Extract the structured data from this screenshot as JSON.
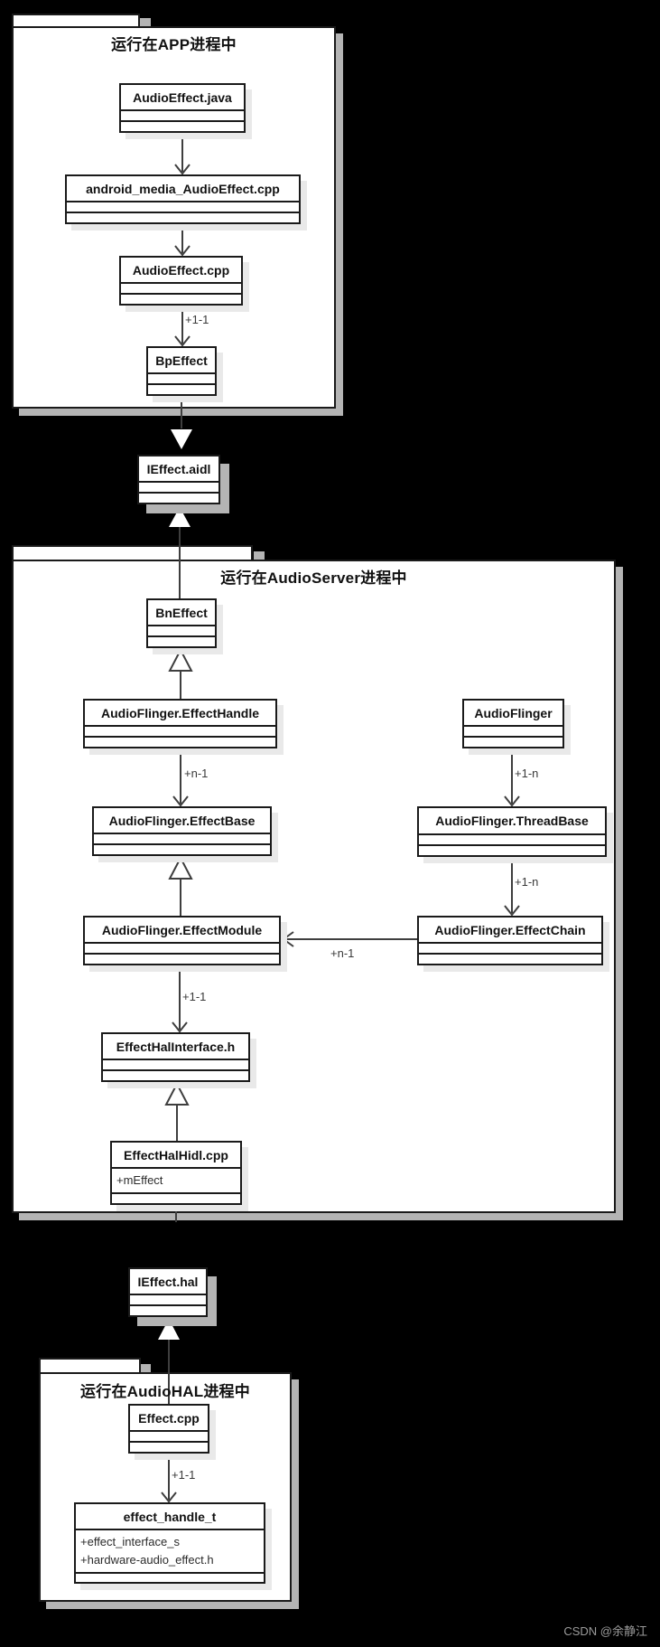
{
  "watermark": "CSDN @余静江",
  "packages": {
    "app": {
      "title": "运行在APP进程中"
    },
    "audioserver": {
      "title": "运行在AudioServer进程中"
    },
    "audiohal": {
      "title": "运行在AudioHAL进程中"
    }
  },
  "classes": {
    "audio_effect_java": {
      "name": "AudioEffect.java"
    },
    "android_media_audio_effect_cpp": {
      "name": "android_media_AudioEffect.cpp"
    },
    "audio_effect_cpp": {
      "name": "AudioEffect.cpp"
    },
    "bp_effect": {
      "name": "BpEffect"
    },
    "ieffect_aidl": {
      "name": "IEffect.aidl"
    },
    "bn_effect": {
      "name": "BnEffect"
    },
    "audioflinger_effect_handle": {
      "name": "AudioFlinger.EffectHandle"
    },
    "audioflinger": {
      "name": "AudioFlinger"
    },
    "audioflinger_effect_base": {
      "name": "AudioFlinger.EffectBase"
    },
    "audioflinger_thread_base": {
      "name": "AudioFlinger.ThreadBase"
    },
    "audioflinger_effect_module": {
      "name": "AudioFlinger.EffectModule"
    },
    "audioflinger_effect_chain": {
      "name": "AudioFlinger.EffectChain"
    },
    "effect_hal_interface_h": {
      "name": "EffectHalInterface.h"
    },
    "effect_hal_hidl_cpp": {
      "name": "EffectHalHidl.cpp",
      "attributes": [
        "+mEffect"
      ]
    },
    "ieffect_hal": {
      "name": "IEffect.hal"
    },
    "effect_cpp": {
      "name": "Effect.cpp"
    },
    "effect_handle_t": {
      "name": "effect_handle_t",
      "attributes": [
        "+effect_interface_s",
        "+hardware-audio_effect.h"
      ]
    }
  },
  "edge_labels": {
    "audio_effect_cpp_to_bp_effect": "+1-1",
    "effect_handle_to_effect_base": "+n-1",
    "audioflinger_to_thread_base": "+1-n",
    "thread_base_to_effect_chain": "+1-n",
    "effect_chain_to_effect_module": "+n-1",
    "effect_module_to_hal_interface": "+1-1",
    "effect_cpp_to_effect_handle_t": "+1-1"
  },
  "colors": {
    "background": "#000000",
    "package_fill": "#ffffff",
    "border": "#1a1a1a",
    "connector": "#3e3e3e",
    "shadow_on_black": "#b4b4b4",
    "shadow_on_white": "#e9e9e9",
    "watermark": "#9b9b9b"
  }
}
